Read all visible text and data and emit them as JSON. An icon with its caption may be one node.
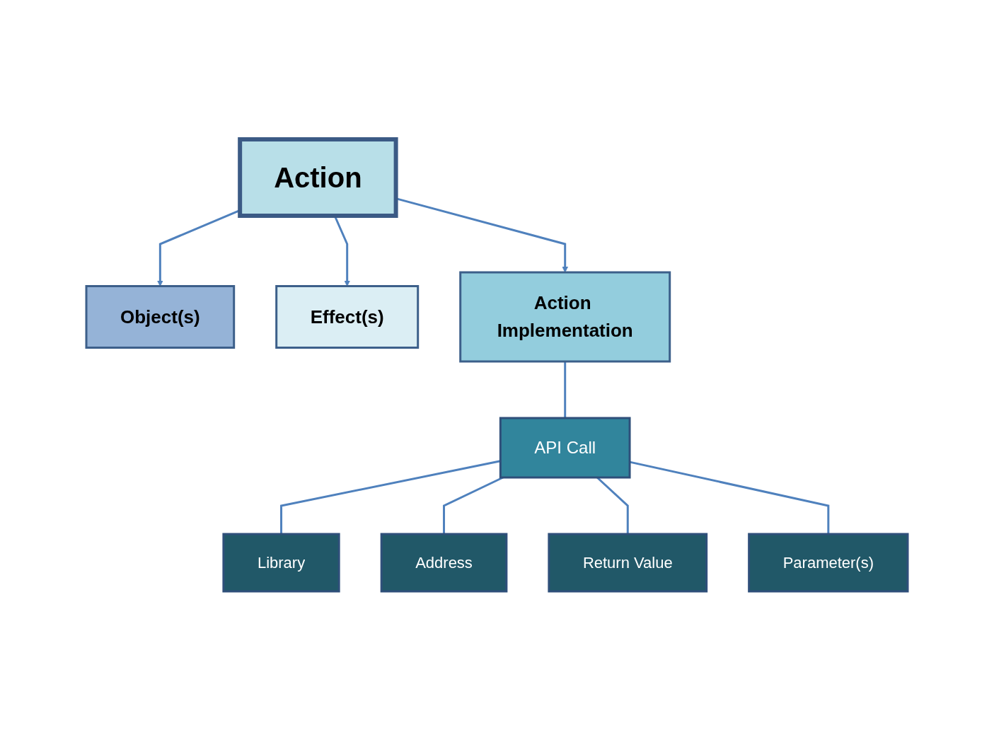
{
  "diagram": {
    "nodes": [
      {
        "text": [
          "Action"
        ]
      },
      {
        "text": [
          "Object(s)"
        ]
      },
      {
        "text": [
          "Effect(s)"
        ]
      },
      {
        "text": [
          "Action Implementation"
        ]
      },
      {
        "text": [
          "API Call"
        ]
      },
      {
        "text": [
          "Library"
        ]
      },
      {
        "text": [
          "Address"
        ]
      },
      {
        "text": [
          "Return Value"
        ]
      },
      {
        "text": [
          "Parameter(s)"
        ]
      }
    ],
    "edges": [
      {
        "from": 0,
        "to": 1,
        "arrow": "to"
      },
      {
        "from": 0,
        "to": 2,
        "arrow": "to"
      },
      {
        "from": 0,
        "to": 3,
        "arrow": "to"
      },
      {
        "from": 3,
        "to": 4,
        "arrow": "none"
      },
      {
        "from": 4,
        "to": 5,
        "arrow": "none"
      },
      {
        "from": 4,
        "to": 6,
        "arrow": "none"
      },
      {
        "from": 4,
        "to": 7,
        "arrow": "none"
      },
      {
        "from": 4,
        "to": 8,
        "arrow": "none"
      }
    ]
  }
}
